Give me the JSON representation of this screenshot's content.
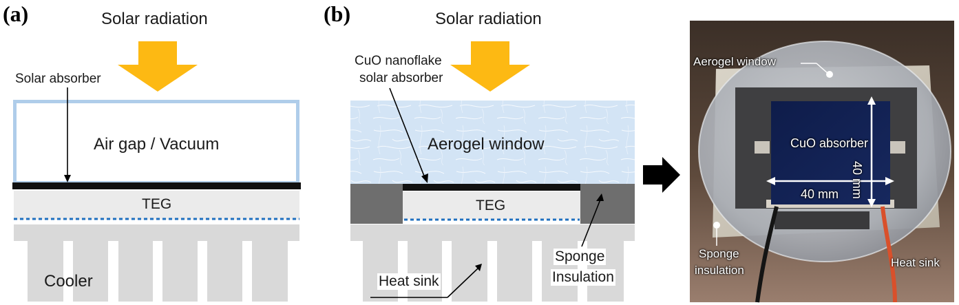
{
  "panel_a": {
    "label": "(a)",
    "radiation": "Solar radiation",
    "absorber": "Solar absorber",
    "gap": "Air gap / Vacuum",
    "teg": "TEG",
    "cooler": "Cooler"
  },
  "panel_b": {
    "label": "(b)",
    "radiation": "Solar radiation",
    "absorber_line1": "CuO nanoflake",
    "absorber_line2": "solar absorber",
    "window": "Aerogel window",
    "teg": "TEG",
    "heatsink": "Heat sink",
    "sponge_line1": "Sponge",
    "sponge_line2": "Insulation"
  },
  "photo": {
    "window": "Aerogel window",
    "absorber": "CuO absorber",
    "dim_vertical": "40 mm",
    "dim_horizontal": "40 mm",
    "sponge_line1": "Sponge",
    "sponge_line2": "insulation",
    "heatsink": "Heat sink"
  },
  "colors": {
    "sun_arrow": "#FDB913",
    "hot_side_dots": "#E53935",
    "cold_side_dots": "#1E6FBF",
    "aerogel": "#D6E6F6",
    "sink": "#D9D9D9",
    "sponge": "#6E6E6E"
  }
}
